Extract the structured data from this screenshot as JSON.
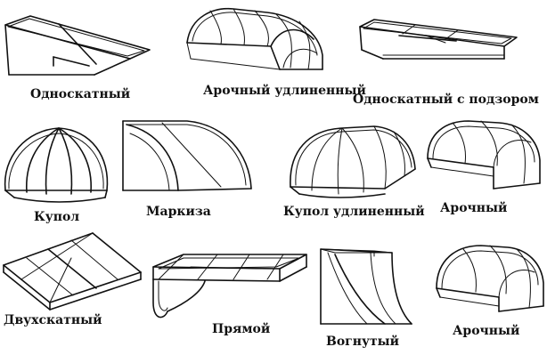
{
  "diagram": {
    "items": [
      {
        "label": "Односкатный"
      },
      {
        "label": "Арочный удлиненный"
      },
      {
        "label": "Односкатный с подзором"
      },
      {
        "label": "Купол"
      },
      {
        "label": "Маркиза"
      },
      {
        "label": "Купол удлиненный"
      },
      {
        "label": "Арочный"
      },
      {
        "label": "Двухскатный"
      },
      {
        "label": "Прямой"
      },
      {
        "label": "Вогнутый"
      },
      {
        "label": "Арочный"
      }
    ]
  }
}
